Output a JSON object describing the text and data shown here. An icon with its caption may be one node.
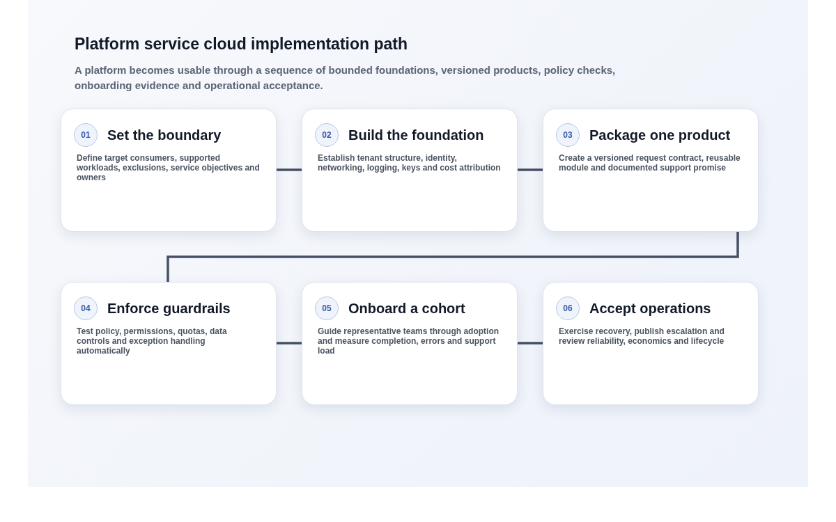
{
  "diagram": {
    "title": "Platform service cloud implementation path",
    "caption": "A platform becomes usable through a sequence of bounded foundations, versioned products, policy checks, onboarding evidence and operational acceptance.",
    "nodes": [
      {
        "text": [
          "01",
          "Set the boundary",
          "Define target consumers, supported workloads, exclusions, service objectives and owners"
        ]
      },
      {
        "text": [
          "02",
          "Build the foundation",
          "Establish tenant structure, identity, networking, logging, keys and cost attribution"
        ]
      },
      {
        "text": [
          "03",
          "Package one product",
          "Create a versioned request contract, reusable module and documented support promise"
        ]
      },
      {
        "text": [
          "04",
          "Enforce guardrails",
          "Test policy, permissions, quotas, data controls and exception handling automatically"
        ]
      },
      {
        "text": [
          "05",
          "Onboard a cohort",
          "Guide representative teams through adoption and measure completion, errors and support load"
        ]
      },
      {
        "text": [
          "06",
          "Accept operations",
          "Exercise recovery, publish escalation and review reliability, economics and lifecycle"
        ]
      }
    ],
    "edges": [
      {
        "from": 0,
        "to": 1,
        "arrow": "none"
      },
      {
        "from": 1,
        "to": 2,
        "arrow": "none"
      },
      {
        "from": 2,
        "to": 3,
        "arrow": "none"
      },
      {
        "from": 3,
        "to": 4,
        "arrow": "none"
      },
      {
        "from": 4,
        "to": 5,
        "arrow": "none"
      }
    ]
  }
}
